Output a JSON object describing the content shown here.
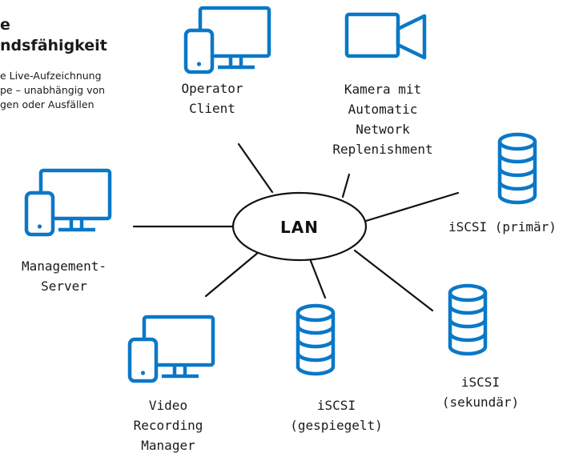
{
  "heading": "e\nndsfähigkeit",
  "description": "e Live-Aufzeichnung\npe – unabhängig von\ngen oder Ausfällen",
  "hub": {
    "label": "LAN"
  },
  "nodes": {
    "operator_client": {
      "label": "Operator\nClient",
      "icon": "computer-icon"
    },
    "camera": {
      "label": "Kamera mit\nAutomatic\nNetwork\nReplenishment",
      "icon": "video-camera-icon"
    },
    "iscsi_primary": {
      "label": "iSCSI (primär)",
      "icon": "database-icon"
    },
    "management_server": {
      "label": "Management-\nServer",
      "icon": "computer-icon"
    },
    "vrm": {
      "label": "Video\nRecording\nManager",
      "icon": "computer-icon"
    },
    "iscsi_mirrored": {
      "label": "iSCSI\n(gespiegelt)",
      "icon": "database-icon"
    },
    "iscsi_secondary": {
      "label": "iSCSI\n(sekundär)",
      "icon": "database-icon"
    }
  },
  "colors": {
    "icon": "#0a78c8",
    "line": "#111111",
    "text": "#1a1a1a"
  }
}
